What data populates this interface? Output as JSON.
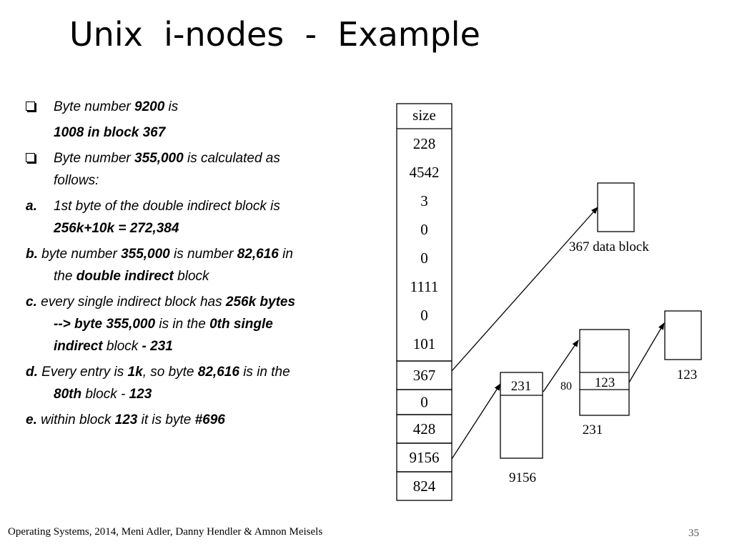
{
  "slide": {
    "title": "Unix  i-nodes  -  Example",
    "footer": "Operating Systems, 2014, Meni Adler, Danny Hendler & Amnon Meisels",
    "page_number": "35"
  },
  "bullets": {
    "b1_pre": "Byte number ",
    "b1_num": "9200",
    "b1_post": " is",
    "b1_line2": "1008 in block 367",
    "b2_pre": "Byte number  ",
    "b2_num": "355,000",
    "b2_post": " is calculated as",
    "b2_line2": "follows:",
    "a_label": "a.",
    "a_text": "1st byte of the double indirect block is",
    "a_bold": "256k+10k = 272,384",
    "b_label": "b.",
    "b_t1": " byte number ",
    "b_n1": "355,000",
    "b_t2": " is number ",
    "b_n2": "82,616",
    "b_t3": " in",
    "b_t4": "the ",
    "b_n3": "double indirect",
    "b_t5": " block",
    "c_label": "c.",
    "c_t1": " every single indirect block has ",
    "c_n1": "256k bytes",
    "c_n2": "--> byte 355,000",
    "c_t2": " is in the ",
    "c_n3": "0th single",
    "c_n4": "indirect",
    "c_t3": " block ",
    "c_n5": "- 231",
    "d_label": "d.",
    "d_t1": "  Every entry is ",
    "d_n1": "1k",
    "d_t2": ", so byte ",
    "d_n2": "82,616",
    "d_t3": " is in the",
    "d_n3": "80th",
    "d_t4": " block - ",
    "d_n4": "123",
    "e_label": "e.",
    "e_t1": " within block ",
    "e_n1": "123",
    "e_t2": " it is byte  ",
    "e_n2": "#696"
  },
  "diagram": {
    "inode_cells": [
      "size",
      "228",
      "4542",
      "3",
      "0",
      "0",
      "1111",
      "0",
      "101",
      "367",
      "0",
      "428",
      "9156",
      "824"
    ],
    "data_block_label": "367 data block",
    "block_9156_label": "9156",
    "block_9156_entry": "231",
    "block_231_label": "231",
    "block_231_index": "80",
    "block_231_entry": "123",
    "block_123_label": "123"
  }
}
